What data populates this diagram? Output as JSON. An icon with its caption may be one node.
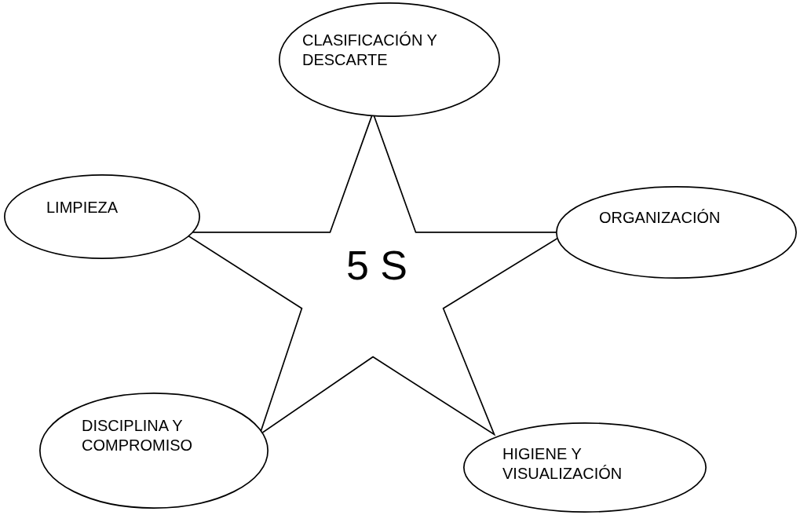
{
  "diagram": {
    "nodes": [
      {
        "text": [
          "CLASIFICACIÓN Y DESCARTE"
        ]
      },
      {
        "text": [
          "LIMPIEZA"
        ]
      },
      {
        "text": [
          "5 S"
        ]
      },
      {
        "text": [
          "ORGANIZACIÓN"
        ]
      },
      {
        "text": [
          "DISCIPLINA Y COMPROMISO"
        ]
      },
      {
        "text": [
          "HIGIENE Y VISUALIZACIÓN"
        ]
      }
    ]
  }
}
